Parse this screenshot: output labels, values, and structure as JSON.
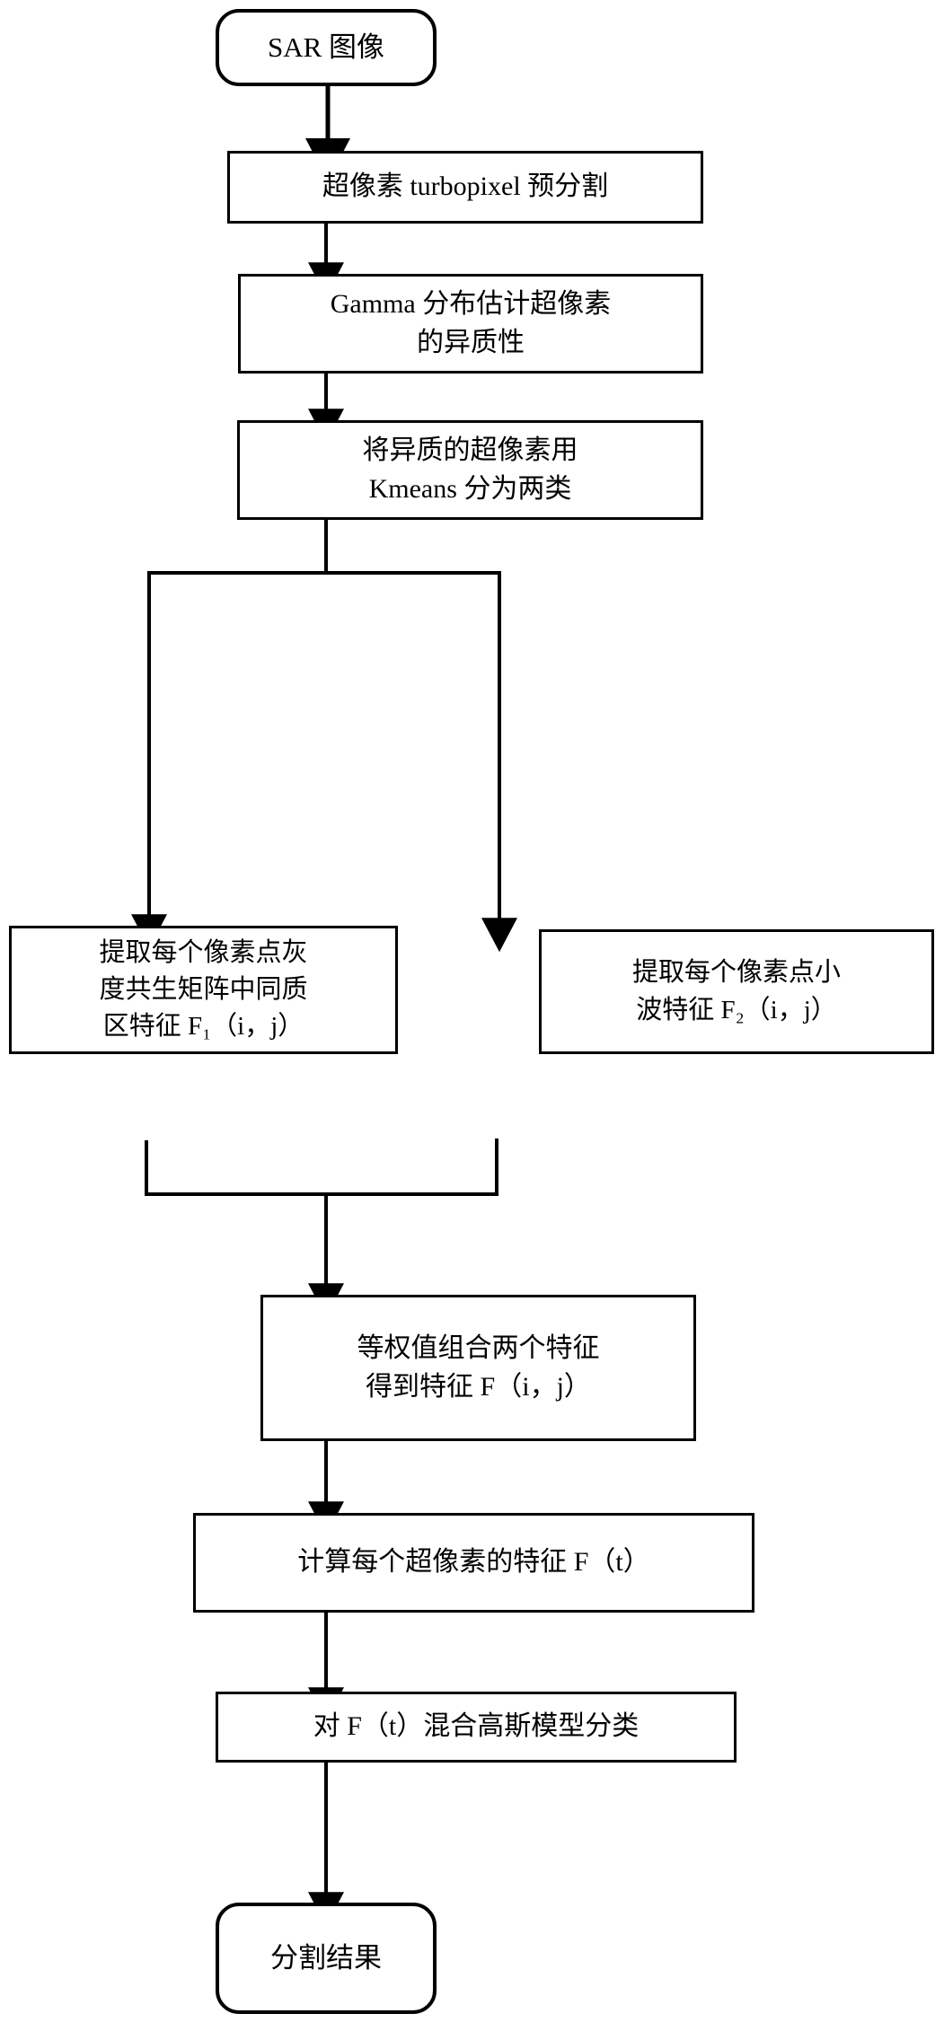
{
  "diagram": {
    "title": "SAR 图像分割流程图",
    "background_color": "#ffffff",
    "line_color": "#000000",
    "text_color": "#000000"
  },
  "nodes": {
    "start": {
      "label": "SAR 图像",
      "shape": "terminator"
    },
    "presegment": {
      "label": "超像素 turbopixel 预分割",
      "shape": "process"
    },
    "gamma": {
      "label": "Gamma 分布估计超像素\n的异质性",
      "shape": "process"
    },
    "kmeans": {
      "label": "将异质的超像素用\nKmeans 分为两类",
      "shape": "process"
    },
    "glcm_feature": {
      "label": "提取每个像素点灰\n度共生矩阵中同质\n区特征 F₁（i，j）",
      "shape": "process"
    },
    "wavelet_feature": {
      "label": "提取每个像素点小\n波特征 F₂（i，j）",
      "shape": "process"
    },
    "combine": {
      "label": "等权值组合两个特征\n得到特征 F（i，j）",
      "shape": "process"
    },
    "superpixel_feature": {
      "label": "计算每个超像素的特征 F（t）",
      "shape": "process"
    },
    "gmm_classify": {
      "label": "对 F（t）混合高斯模型分类",
      "shape": "process"
    },
    "result": {
      "label": "分割结果",
      "shape": "terminator"
    }
  },
  "edges": [
    {
      "from": "start",
      "to": "presegment",
      "style": "straight-arrow"
    },
    {
      "from": "presegment",
      "to": "gamma",
      "style": "straight-arrow"
    },
    {
      "from": "gamma",
      "to": "kmeans",
      "style": "straight-arrow"
    },
    {
      "from": "kmeans",
      "to": "glcm_feature",
      "style": "fork-left-arrow"
    },
    {
      "from": "kmeans",
      "to": "wavelet_feature",
      "style": "fork-right-arrow"
    },
    {
      "from": "glcm_feature",
      "to": "combine",
      "style": "merge-left"
    },
    {
      "from": "wavelet_feature",
      "to": "combine",
      "style": "merge-right"
    },
    {
      "from": "combine",
      "to": "superpixel_feature",
      "style": "straight-arrow"
    },
    {
      "from": "superpixel_feature",
      "to": "gmm_classify",
      "style": "straight-arrow"
    },
    {
      "from": "gmm_classify",
      "to": "result",
      "style": "straight-arrow"
    }
  ]
}
